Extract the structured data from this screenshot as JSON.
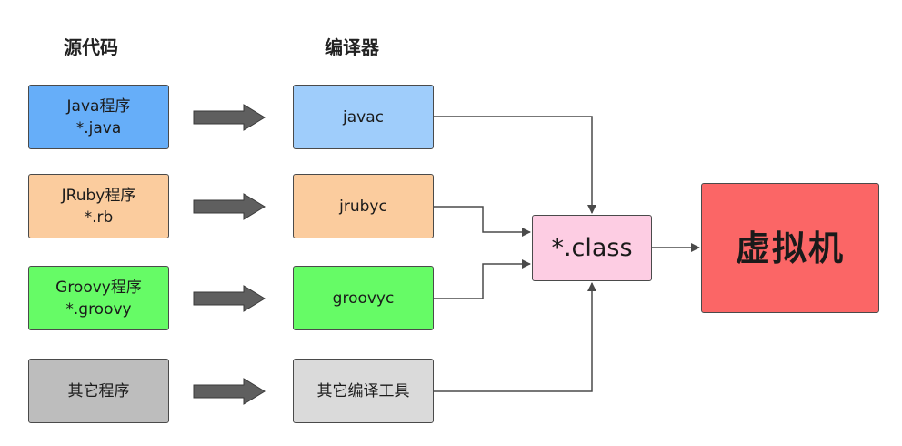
{
  "headings": {
    "source": "源代码",
    "compiler": "编译器"
  },
  "sources": [
    {
      "line1": "Java程序",
      "line2": "*.java",
      "color": "#66aef9"
    },
    {
      "line1": "JRuby程序",
      "line2": "*.rb",
      "color": "#fbcc9e"
    },
    {
      "line1": "Groovy程序",
      "line2": "*.groovy",
      "color": "#66fb66"
    },
    {
      "line1": "其它程序",
      "line2": "",
      "color": "#bdbdbd"
    }
  ],
  "compilers": [
    {
      "label": "javac",
      "color": "#9fcdfb"
    },
    {
      "label": "jrubyc",
      "color": "#fbcc9e"
    },
    {
      "label": "groovyc",
      "color": "#66fb66"
    },
    {
      "label": "其它编译工具",
      "color": "#dadada"
    }
  ],
  "class_node": {
    "label": "*.class",
    "color": "#fdcde3"
  },
  "vm_node": {
    "label": "虚拟机",
    "color": "#fb6666"
  },
  "line_color": "#4a4a4a",
  "block_arrow_color": "#5f5f5f"
}
